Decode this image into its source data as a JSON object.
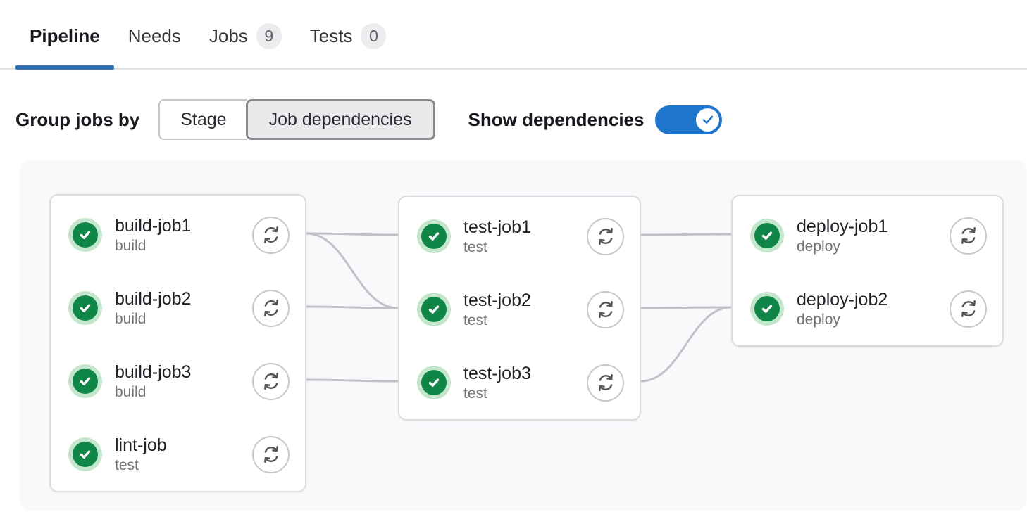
{
  "tabs": {
    "items": [
      {
        "label": "Pipeline",
        "active": true
      },
      {
        "label": "Needs",
        "active": false
      },
      {
        "label": "Jobs",
        "badge": "9",
        "active": false
      },
      {
        "label": "Tests",
        "badge": "0",
        "active": false
      }
    ]
  },
  "controls": {
    "group_jobs_by_label": "Group jobs by",
    "segmented": [
      {
        "label": "Stage",
        "selected": false
      },
      {
        "label": "Job dependencies",
        "selected": true
      }
    ],
    "show_dependencies_label": "Show dependencies",
    "show_dependencies_enabled": true
  },
  "graph": {
    "columns": [
      {
        "jobs": [
          {
            "name": "build-job1",
            "stage": "build",
            "status": "success"
          },
          {
            "name": "build-job2",
            "stage": "build",
            "status": "success"
          },
          {
            "name": "build-job3",
            "stage": "build",
            "status": "success"
          },
          {
            "name": "lint-job",
            "stage": "test",
            "status": "success"
          }
        ]
      },
      {
        "jobs": [
          {
            "name": "test-job1",
            "stage": "test",
            "status": "success"
          },
          {
            "name": "test-job2",
            "stage": "test",
            "status": "success"
          },
          {
            "name": "test-job3",
            "stage": "test",
            "status": "success"
          }
        ]
      },
      {
        "jobs": [
          {
            "name": "deploy-job1",
            "stage": "deploy",
            "status": "success"
          },
          {
            "name": "deploy-job2",
            "stage": "deploy",
            "status": "success"
          }
        ]
      }
    ],
    "edges": [
      {
        "from": "build-job1",
        "to": "test-job1"
      },
      {
        "from": "build-job1",
        "to": "test-job2"
      },
      {
        "from": "build-job2",
        "to": "test-job2"
      },
      {
        "from": "build-job3",
        "to": "test-job3"
      },
      {
        "from": "test-job1",
        "to": "deploy-job1"
      },
      {
        "from": "test-job2",
        "to": "deploy-job2"
      },
      {
        "from": "test-job3",
        "to": "deploy-job2"
      }
    ]
  },
  "icons": {
    "status_success": "check-circle",
    "retry": "retry-circular-arrows",
    "toggle_check": "check"
  },
  "colors": {
    "accent_blue": "#1f75cb",
    "tab_indicator_blue": "#2f72b4",
    "success_green": "#108548",
    "success_ring_green": "#c3e6cd",
    "edge_gray": "#c2c1c7",
    "panel_bg": "#f9f9fc",
    "card_border": "#dcdcde",
    "text_dark": "#1f1e24",
    "text_muted": "#737278",
    "badge_bg": "#ececef",
    "badge_text": "#626168"
  }
}
